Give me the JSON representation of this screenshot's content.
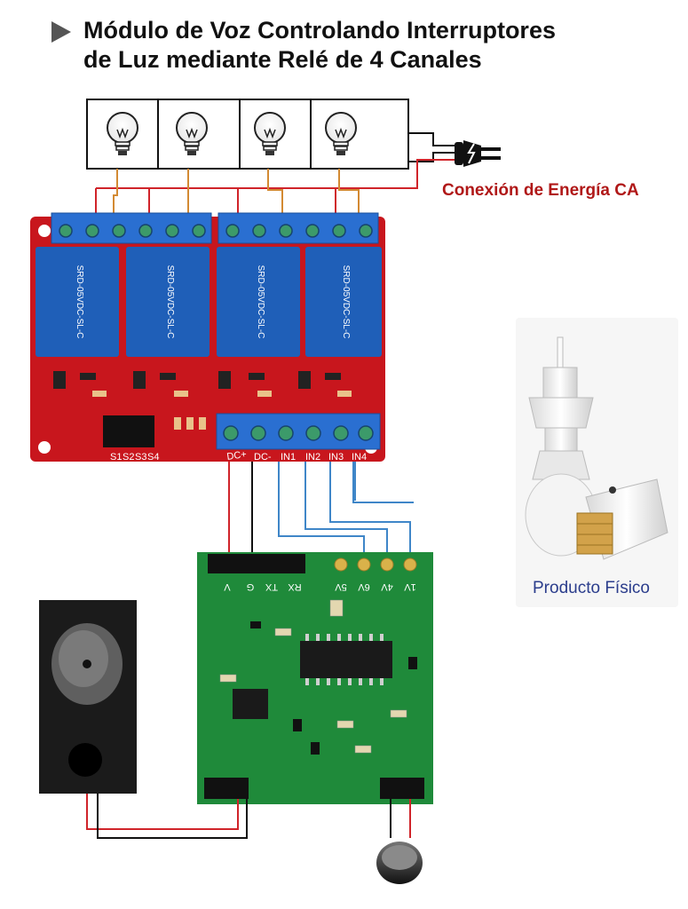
{
  "title": "Módulo de Voz Controlando Interruptores de Luz mediante Relé de 4 Canales",
  "title_lines": [
    "Módulo de Voz Controlando Interruptores",
    "de Luz mediante Relé de 4 Canales"
  ],
  "ac_power_label": "Conexión de Energía CA",
  "product_label": "Producto Físico",
  "relay_module": {
    "input_pins": [
      "DC+",
      "DC-",
      "IN1",
      "IN2",
      "IN3",
      "IN4"
    ],
    "jumper_pins": [
      "S1",
      "S2",
      "S3",
      "S4"
    ]
  },
  "voice_module": {
    "header_pins": [
      "V",
      "G",
      "TX",
      "RX",
      "5V",
      "6V",
      "4V",
      "1V"
    ]
  },
  "colors": {
    "relay_board": "#c8161d",
    "relay_block": "#1f5fb8",
    "terminal_blue": "#2a6fd1",
    "voice_board": "#1f8a3a",
    "wire_red": "#d0242a",
    "wire_black": "#111111",
    "wire_blue": "#3f86c8",
    "wire_orange": "#d38a33"
  },
  "icons": [
    "light-bulb-icon",
    "power-plug-icon",
    "rocker-switch-icon",
    "microphone-icon"
  ]
}
